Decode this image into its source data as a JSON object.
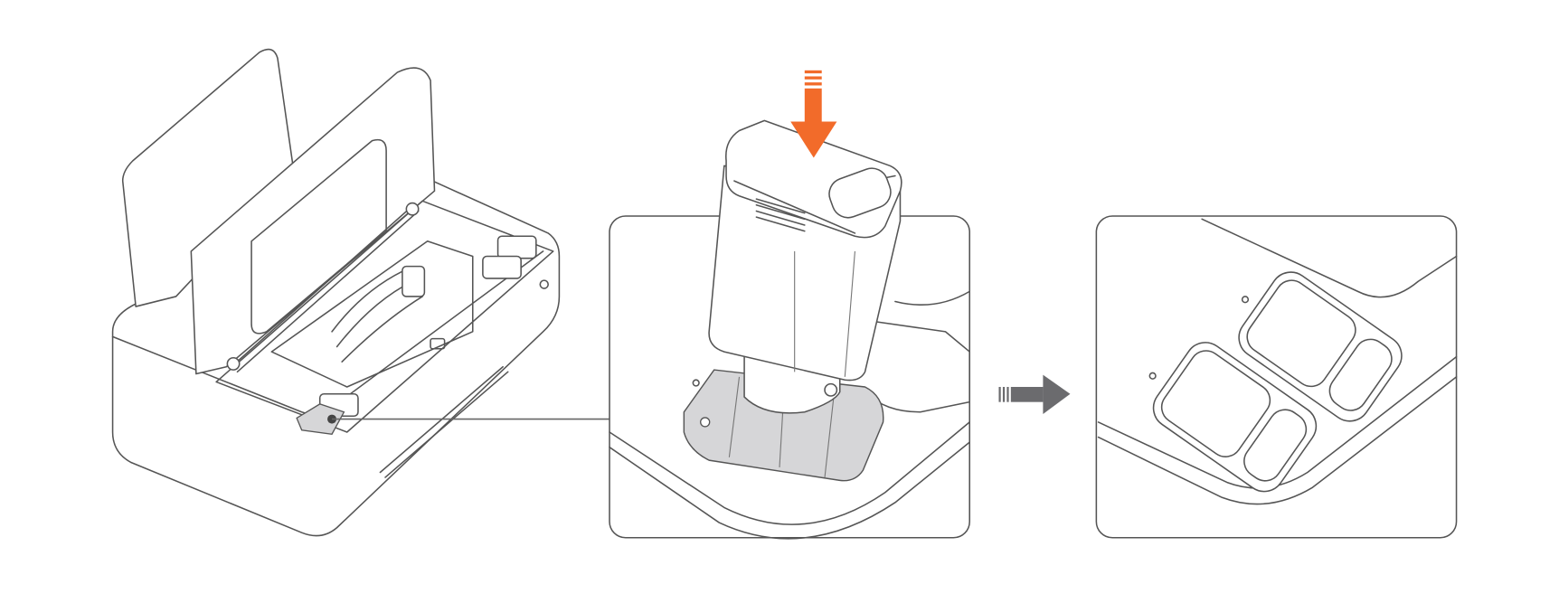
{
  "diagram": {
    "panels": [
      {
        "id": "station-overview",
        "icon": "dock-station-icon"
      },
      {
        "id": "insert-filter",
        "icon": "filter-cartridge-icon"
      },
      {
        "id": "installed-result",
        "icon": "slot-closeup-icon"
      }
    ],
    "colors": {
      "accent": "#f26b2a",
      "arrow": "#6b6b6e",
      "line": "#555555",
      "slot_fill": "#d6d6d8",
      "background": "#ffffff"
    }
  }
}
